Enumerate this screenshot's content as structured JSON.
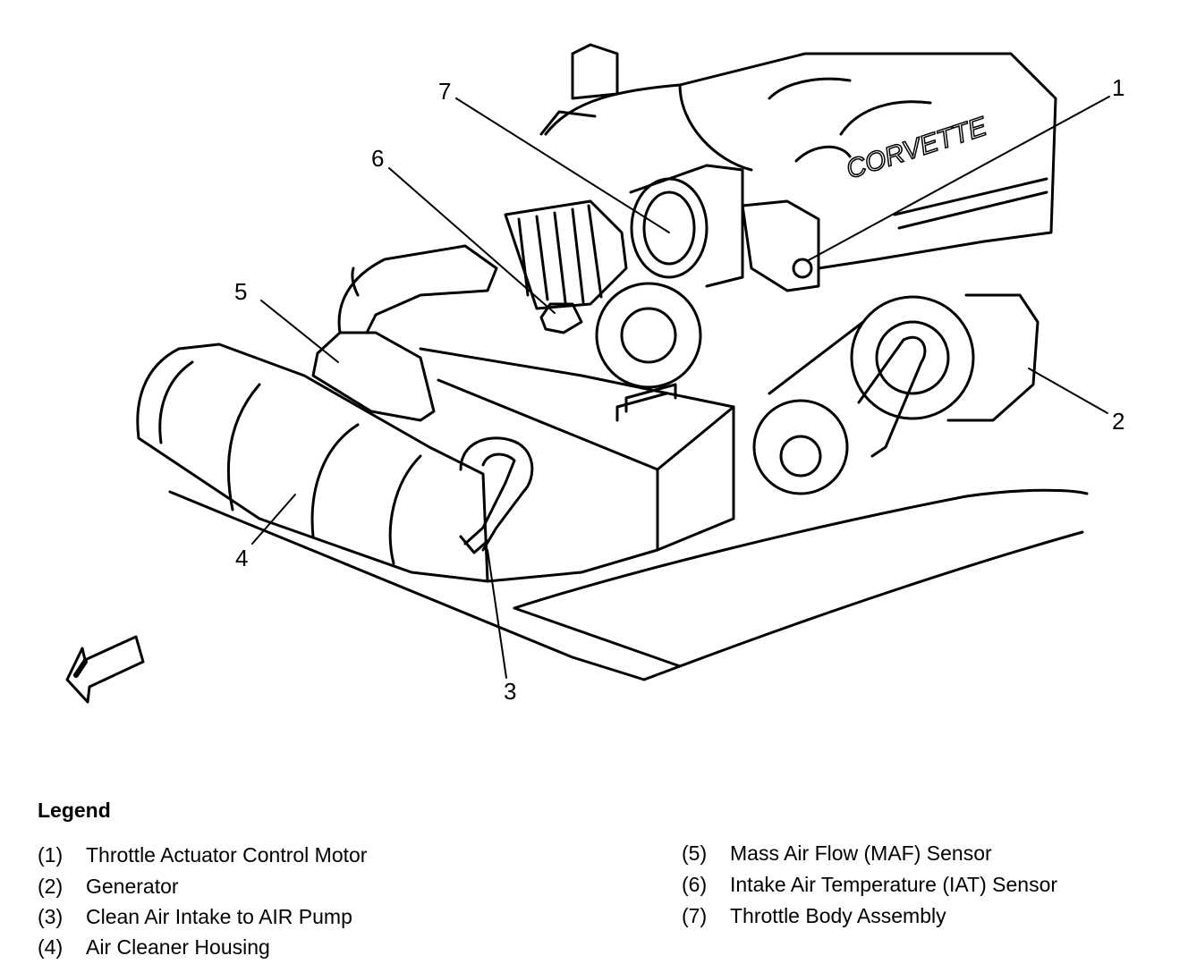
{
  "callouts": [
    "1",
    "2",
    "3",
    "4",
    "5",
    "6",
    "7"
  ],
  "engine_badge": "CORVETTE",
  "legend": {
    "title": "Legend",
    "items": [
      {
        "num": "(1)",
        "text": "Throttle Actuator Control Motor"
      },
      {
        "num": "(2)",
        "text": "Generator"
      },
      {
        "num": "(3)",
        "text": "Clean Air Intake to AIR Pump"
      },
      {
        "num": "(4)",
        "text": "Air Cleaner Housing"
      },
      {
        "num": "(5)",
        "text": "Mass Air Flow (MAF) Sensor"
      },
      {
        "num": "(6)",
        "text": "Intake Air Temperature (IAT) Sensor"
      },
      {
        "num": "(7)",
        "text": "Throttle Body Assembly"
      }
    ]
  }
}
